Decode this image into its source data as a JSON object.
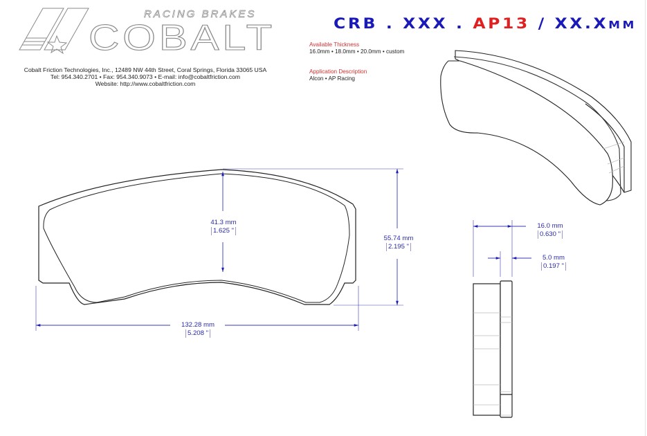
{
  "header": {
    "brand_tagline": "RACING BRAKES",
    "brand_name": "COBALT",
    "company_address": "Cobalt Friction Technologies, Inc., 12489 NW 44th Street, Coral Springs, Florida 33065 USA",
    "contact_line": "Tel: 954.340.2701  •  Fax: 954.340.9073  •  E-mail: info@cobaltfriction.com",
    "website_line": "Website: http://www.cobaltfriction.com"
  },
  "part_number": {
    "prefix": "CRB . XXX . ",
    "model": "AP13",
    "separator": " / ",
    "thickness": "XX.X",
    "unit": "MM",
    "colors": {
      "primary": "#1a1ab8",
      "model": "#e02020"
    }
  },
  "info": {
    "thickness_label": "Available Thickness",
    "thickness_value": "16.0mm • 18.0mm • 20.0mm • custom",
    "application_label": "Application Description",
    "application_value": "Alcon • AP Racing"
  },
  "dimensions": {
    "friction_height": {
      "mm": "41.3 mm",
      "inch": "1.625 \""
    },
    "overall_height": {
      "mm": "55.74 mm",
      "inch": "2.195 \""
    },
    "overall_width": {
      "mm": "132.28 mm",
      "inch": "5.208 \""
    },
    "total_thickness": {
      "mm": "16.0 mm",
      "inch": "0.630 \""
    },
    "backplate_thickness": {
      "mm": "5.0 mm",
      "inch": "0.197 \""
    },
    "dimension_color": "#2a2aa8"
  }
}
